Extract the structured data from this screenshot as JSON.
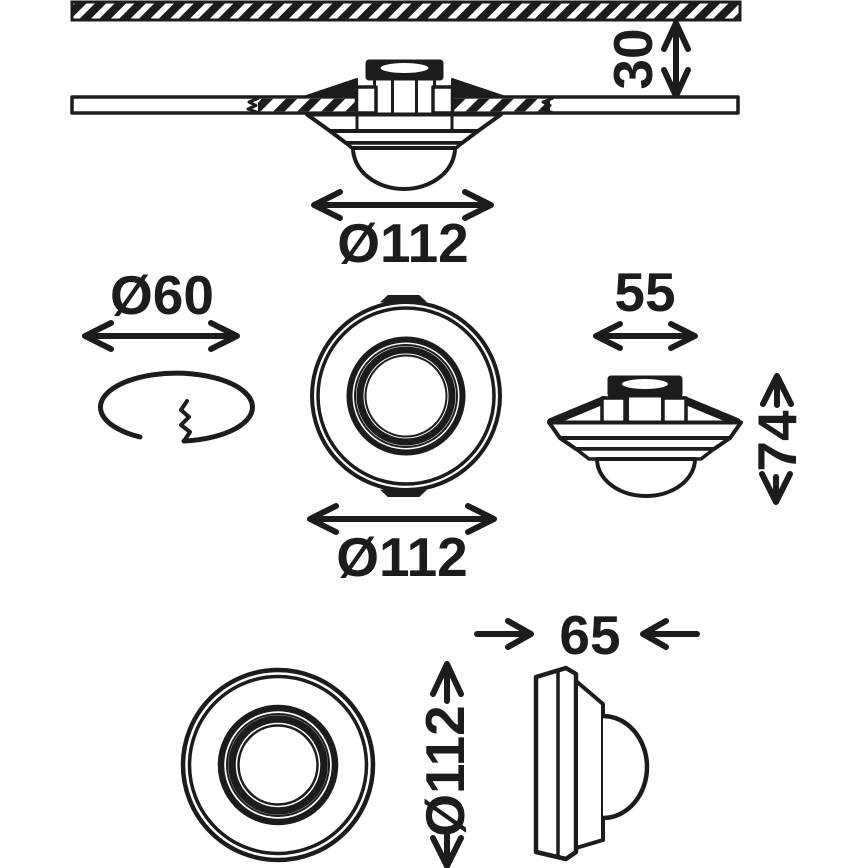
{
  "labels": {
    "recess_depth": "30",
    "section_diameter": "Ø112",
    "cutout_diameter": "Ø60",
    "front_diameter": "Ø112",
    "housing_top_width": "55",
    "housing_height": "74",
    "profile_depth": "65",
    "profile_diameter": "Ø112"
  },
  "colors": {
    "ink": "#1d1c1a",
    "background": "#ffffff"
  }
}
